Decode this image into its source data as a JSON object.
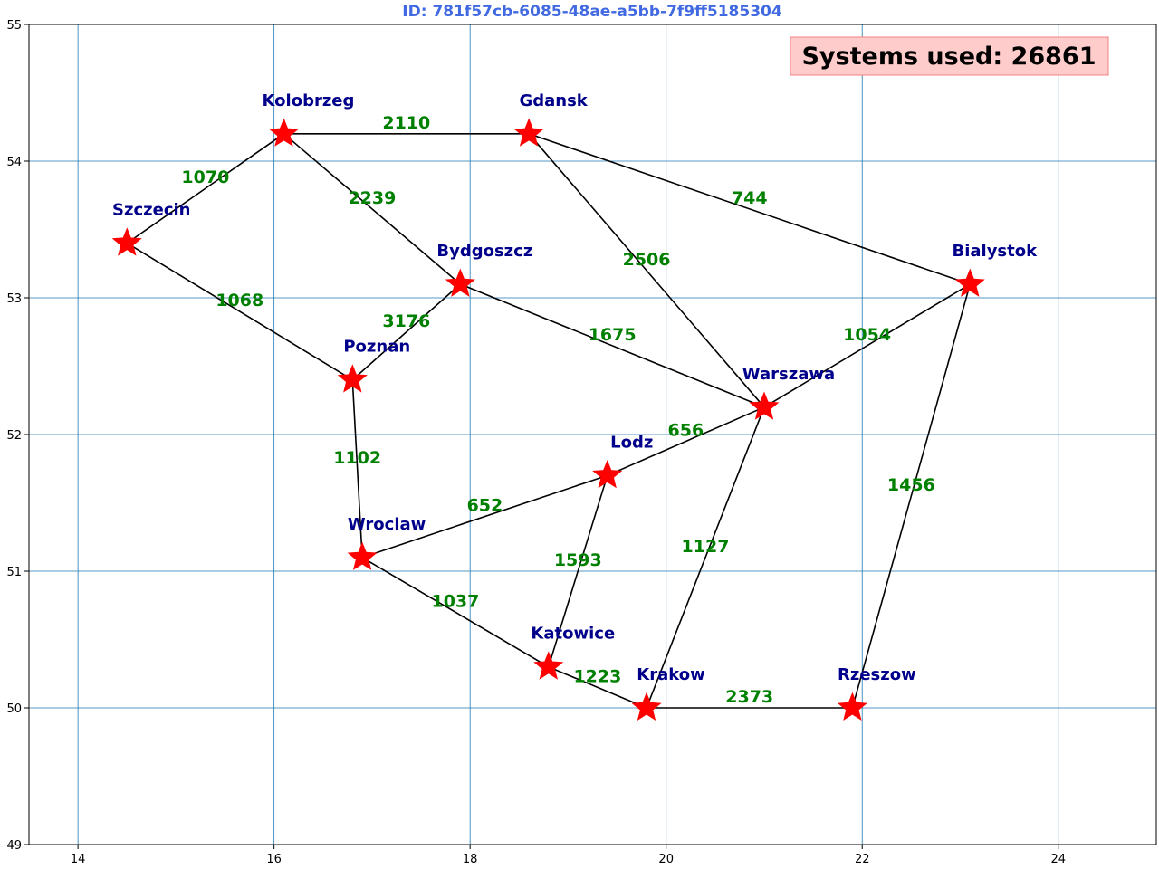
{
  "title": "ID: 781f57cb-6085-48ae-a5bb-7f9ff5185304",
  "summary": "Systems used: 26861",
  "colors": {
    "title": "#4169e1",
    "grid": "#1f77b4",
    "city_marker": "#ff0000",
    "city_label": "#00008b",
    "edge": "#000000",
    "edge_label": "#008000",
    "summary_bg": "#ffcccc",
    "summary_border": "#f08080"
  },
  "chart_data": {
    "type": "scatter",
    "xlim": [
      13.5,
      25.0
    ],
    "ylim": [
      49,
      55
    ],
    "xticks": [
      14,
      16,
      18,
      20,
      22,
      24
    ],
    "yticks": [
      49,
      50,
      51,
      52,
      53,
      54,
      55
    ],
    "grid": true,
    "nodes": [
      {
        "name": "Szczecin",
        "x": 14.5,
        "y": 53.4
      },
      {
        "name": "Kolobrzeg",
        "x": 16.1,
        "y": 54.2
      },
      {
        "name": "Gdansk",
        "x": 18.6,
        "y": 54.2
      },
      {
        "name": "Bydgoszcz",
        "x": 17.9,
        "y": 53.1
      },
      {
        "name": "Bialystok",
        "x": 23.1,
        "y": 53.1
      },
      {
        "name": "Poznan",
        "x": 16.8,
        "y": 52.4
      },
      {
        "name": "Warszawa",
        "x": 21.0,
        "y": 52.2
      },
      {
        "name": "Lodz",
        "x": 19.4,
        "y": 51.7
      },
      {
        "name": "Wroclaw",
        "x": 16.9,
        "y": 51.1
      },
      {
        "name": "Katowice",
        "x": 18.8,
        "y": 50.3
      },
      {
        "name": "Krakow",
        "x": 19.8,
        "y": 50.0
      },
      {
        "name": "Rzeszow",
        "x": 21.9,
        "y": 50.0
      }
    ],
    "edges": [
      {
        "from": "Szczecin",
        "to": "Kolobrzeg",
        "label": "1070"
      },
      {
        "from": "Kolobrzeg",
        "to": "Gdansk",
        "label": "2110"
      },
      {
        "from": "Kolobrzeg",
        "to": "Bydgoszcz",
        "label": "2239"
      },
      {
        "from": "Gdansk",
        "to": "Bialystok",
        "label": "744"
      },
      {
        "from": "Gdansk",
        "to": "Warszawa",
        "label": "2506"
      },
      {
        "from": "Szczecin",
        "to": "Poznan",
        "label": "1068"
      },
      {
        "from": "Bydgoszcz",
        "to": "Poznan",
        "label": "3176"
      },
      {
        "from": "Bydgoszcz",
        "to": "Warszawa",
        "label": "1675"
      },
      {
        "from": "Bialystok",
        "to": "Warszawa",
        "label": "1054"
      },
      {
        "from": "Bialystok",
        "to": "Rzeszow",
        "label": "1456"
      },
      {
        "from": "Poznan",
        "to": "Wroclaw",
        "label": "1102"
      },
      {
        "from": "Warszawa",
        "to": "Lodz",
        "label": "656"
      },
      {
        "from": "Warszawa",
        "to": "Krakow",
        "label": "1127"
      },
      {
        "from": "Lodz",
        "to": "Wroclaw",
        "label": "652"
      },
      {
        "from": "Lodz",
        "to": "Katowice",
        "label": "1593"
      },
      {
        "from": "Wroclaw",
        "to": "Katowice",
        "label": "1037"
      },
      {
        "from": "Katowice",
        "to": "Krakow",
        "label": "1223"
      },
      {
        "from": "Krakow",
        "to": "Rzeszow",
        "label": "2373"
      }
    ]
  }
}
